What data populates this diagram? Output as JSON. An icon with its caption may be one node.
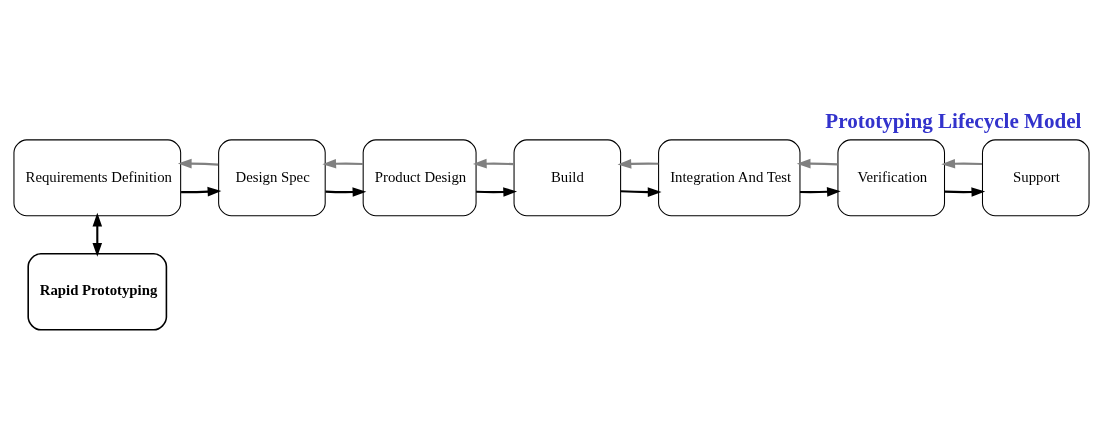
{
  "diagram": {
    "title": "Prototyping Lifecycle Model",
    "nodes": [
      {
        "text": [
          "Requirements Definition"
        ]
      },
      {
        "text": [
          "Design Spec"
        ]
      },
      {
        "text": [
          "Product Design"
        ]
      },
      {
        "text": [
          "Build"
        ]
      },
      {
        "text": [
          "Integration And Test"
        ]
      },
      {
        "text": [
          "Verification"
        ]
      },
      {
        "text": [
          "Support"
        ]
      },
      {
        "text": [
          "Rapid Prototyping"
        ]
      }
    ],
    "edges": [
      {
        "from": 0,
        "to": 7,
        "arrow": "both"
      },
      {
        "from": 0,
        "to": 1,
        "arrow": "to"
      },
      {
        "from": 1,
        "to": 2,
        "arrow": "to"
      },
      {
        "from": 2,
        "to": 3,
        "arrow": "to"
      },
      {
        "from": 3,
        "to": 4,
        "arrow": "to"
      },
      {
        "from": 4,
        "to": 5,
        "arrow": "to"
      },
      {
        "from": 5,
        "to": 6,
        "arrow": "to"
      },
      {
        "from": 1,
        "to": 0,
        "arrow": "to",
        "color": "#808080"
      },
      {
        "from": 2,
        "to": 1,
        "arrow": "to",
        "color": "#808080"
      },
      {
        "from": 3,
        "to": 2,
        "arrow": "to",
        "color": "#808080"
      },
      {
        "from": 4,
        "to": 3,
        "arrow": "to",
        "color": "#808080"
      },
      {
        "from": 5,
        "to": 4,
        "arrow": "to",
        "color": "#808080"
      },
      {
        "from": 6,
        "to": 5,
        "arrow": "to",
        "color": "#808080"
      }
    ]
  }
}
